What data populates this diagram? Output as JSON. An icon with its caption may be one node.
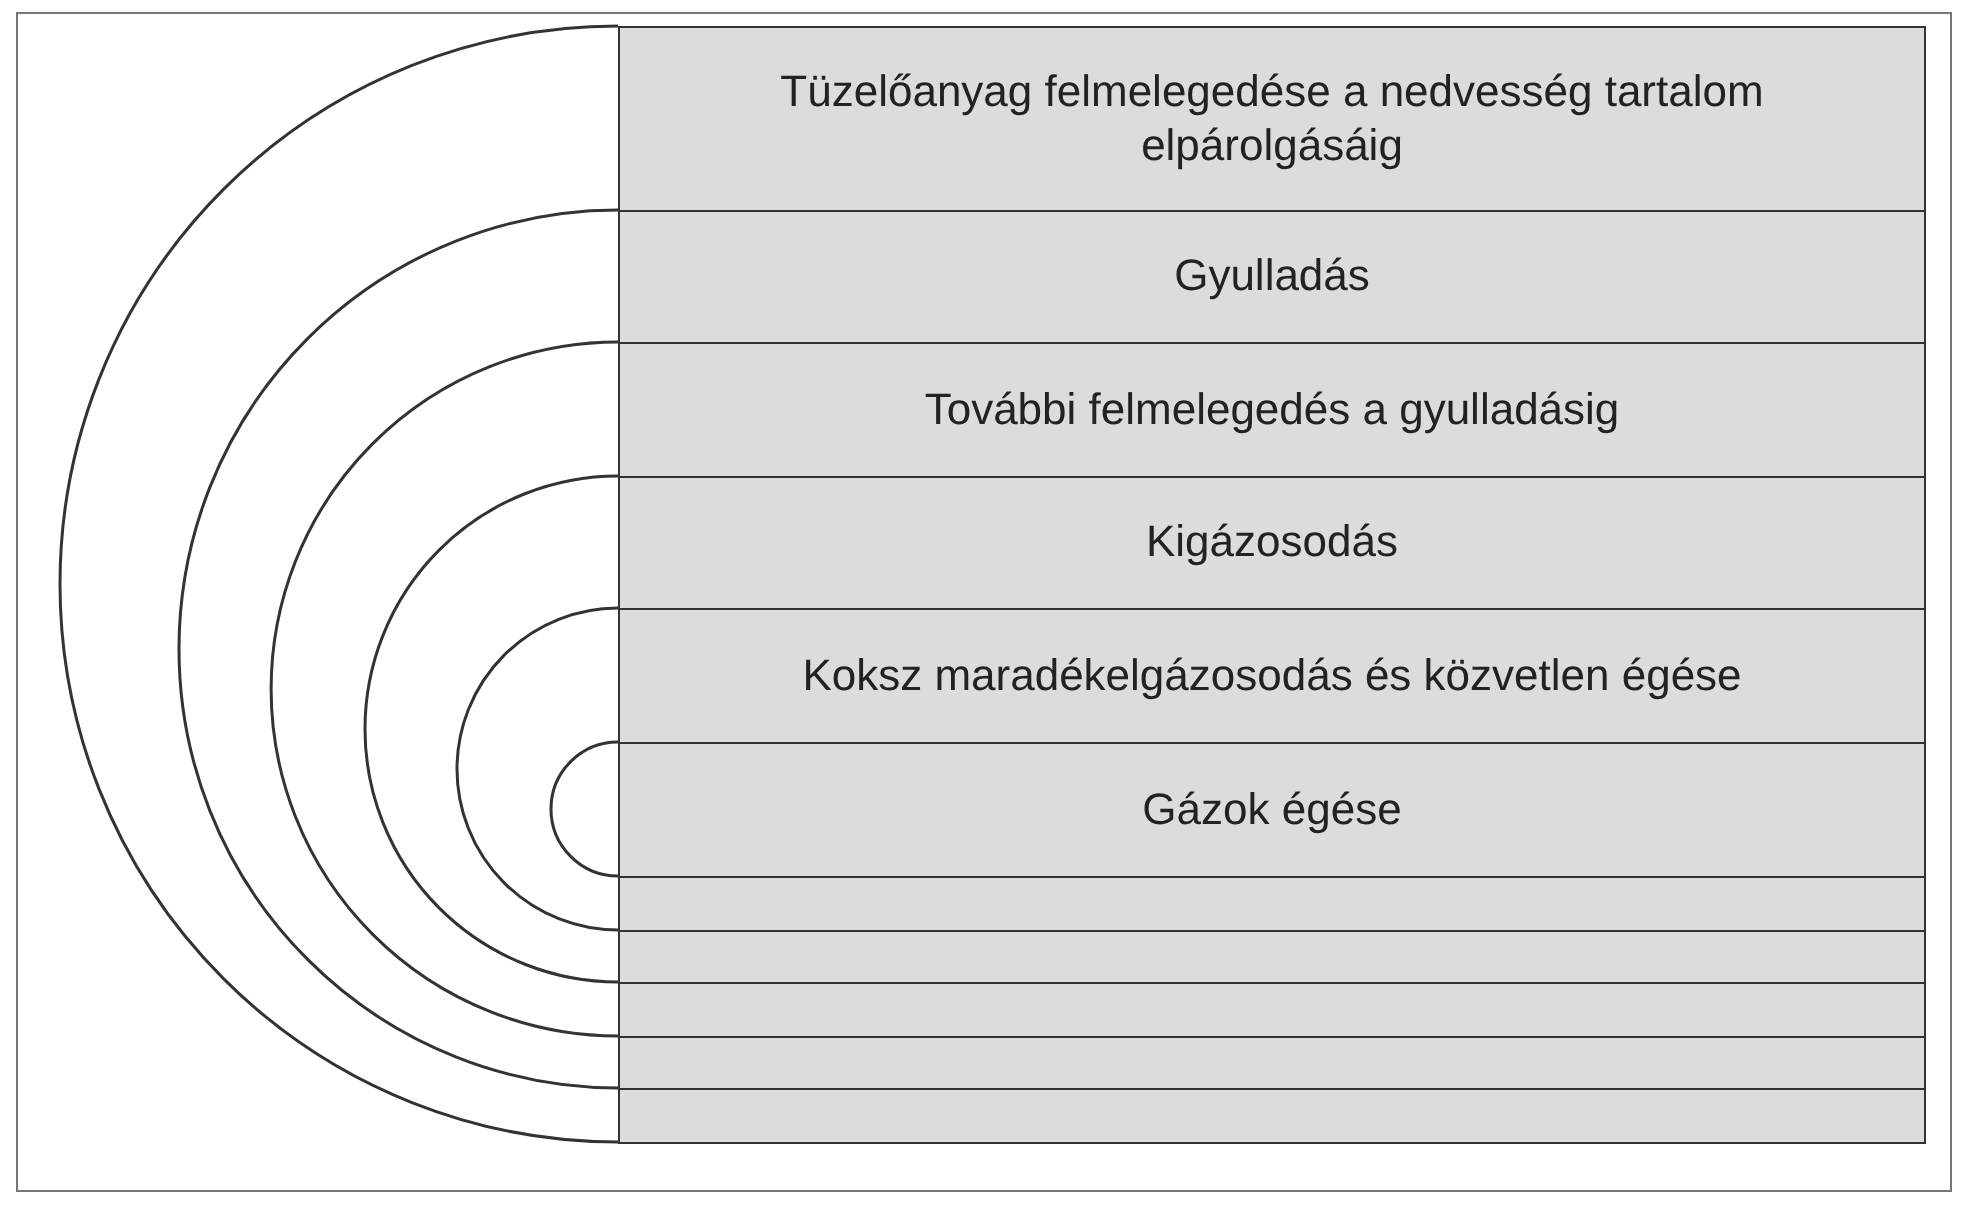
{
  "diagram": {
    "nodes": [
      {
        "text": [
          "Tüzelőanyag felmelegedése a nedvesség tartalom elpárolgásáig"
        ]
      },
      {
        "text": [
          "Gyulladás"
        ]
      },
      {
        "text": [
          "További felmelegedés a gyulladásig"
        ]
      },
      {
        "text": [
          "Kigázosodás"
        ]
      },
      {
        "text": [
          "Koksz maradékelgázosodás és közvetlen égése"
        ]
      },
      {
        "text": [
          "Gázok égése"
        ]
      },
      {
        "text": [],
        "shape": "box"
      },
      {
        "text": [],
        "shape": "box"
      },
      {
        "text": [],
        "shape": "box"
      },
      {
        "text": [],
        "shape": "box"
      },
      {
        "text": [],
        "shape": "box"
      }
    ],
    "edges": [
      {
        "from": 0,
        "to": 10,
        "arrow": "none"
      },
      {
        "from": 1,
        "to": 9,
        "arrow": "none"
      },
      {
        "from": 2,
        "to": 8,
        "arrow": "none"
      },
      {
        "from": 3,
        "to": 7,
        "arrow": "none"
      },
      {
        "from": 4,
        "to": 6,
        "arrow": "none"
      },
      {
        "from": 5,
        "to": 5,
        "arrow": "none"
      }
    ]
  }
}
